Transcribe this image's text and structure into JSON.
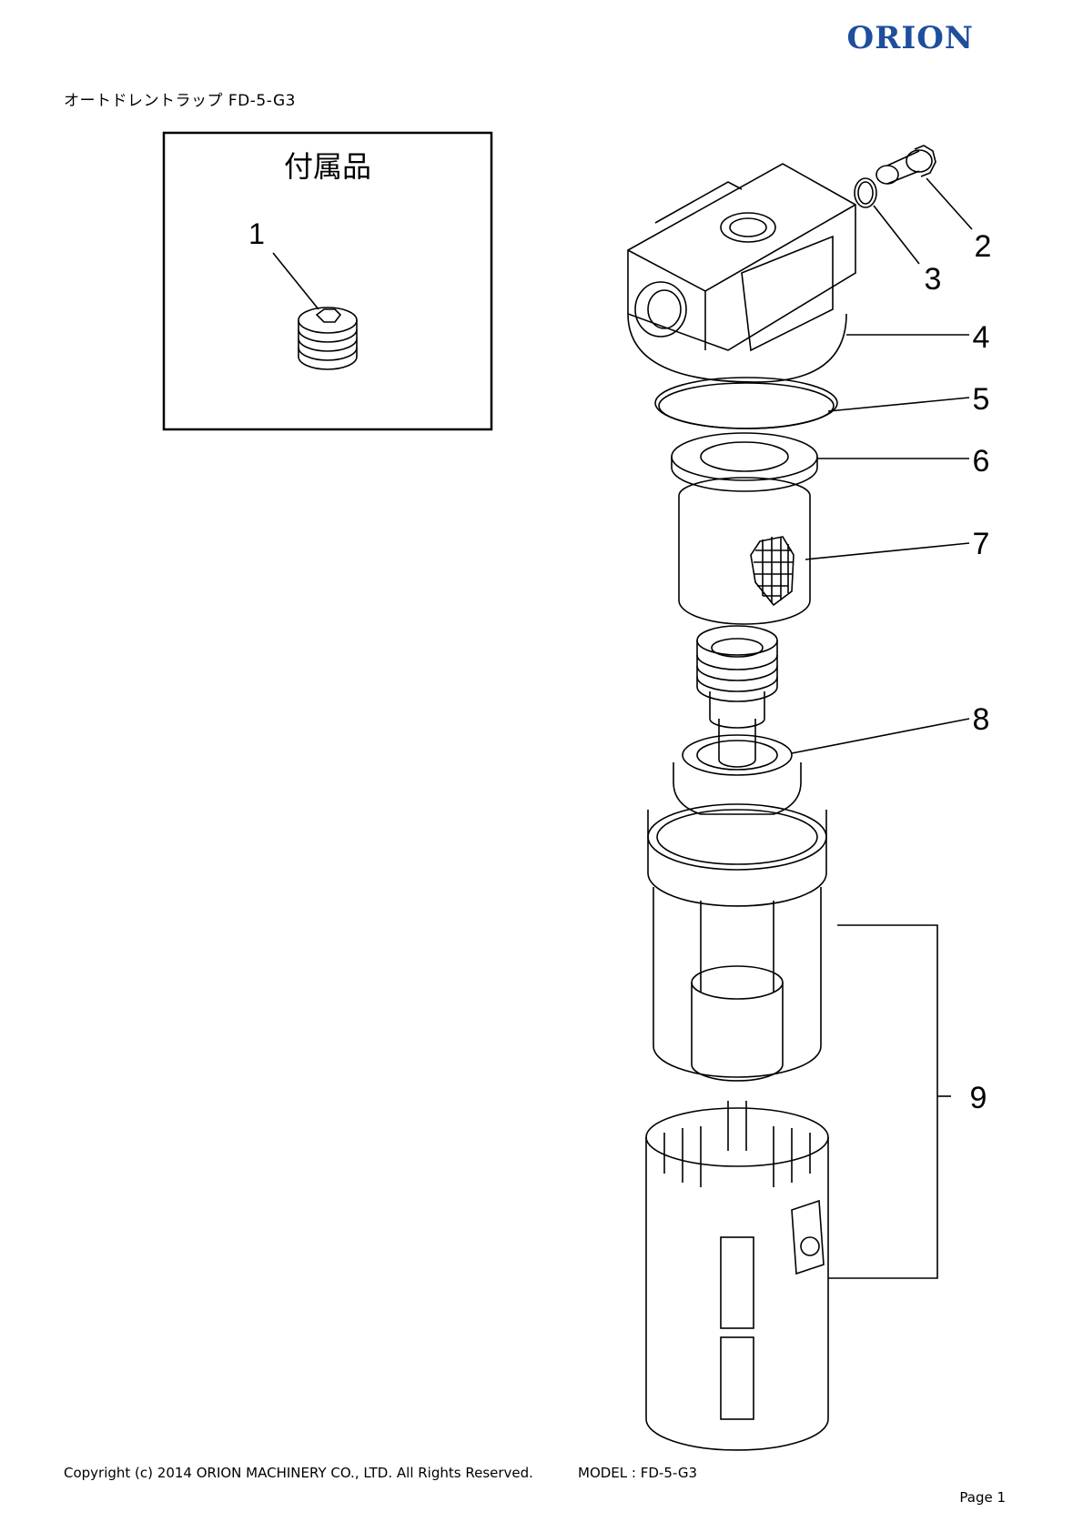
{
  "brand": {
    "logo_text": "ORION",
    "logo_color": "#1f4e9c"
  },
  "document": {
    "title": "オートドレントラップ FD-5-G3"
  },
  "accessory_box": {
    "heading": "付属品"
  },
  "part_numbers": {
    "p1": "1",
    "p2": "2",
    "p3": "3",
    "p4": "4",
    "p5": "5",
    "p6": "6",
    "p7": "7",
    "p8": "8",
    "p9": "9"
  },
  "footer": {
    "copyright": "Copyright (c) 2014 ORION MACHINERY CO., LTD. All Rights Reserved.",
    "model": "MODEL : FD-5-G3",
    "page": "Page 1"
  }
}
